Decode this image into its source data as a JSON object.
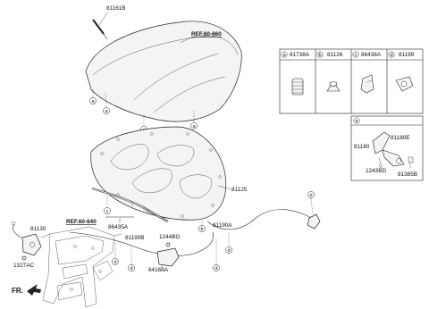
{
  "labels": {
    "p81161B": "81161B",
    "ref_hood": "REF.60-660",
    "p81125": "81125",
    "p86435A": "86435A",
    "p81130": "81130",
    "ref_front": "REF.60-640",
    "p81190B": "81190B",
    "p1244BG": "1244BG",
    "p81190A": "81190A",
    "p64168A": "64168A",
    "p1327AC": "1327AC",
    "fr": "FR."
  },
  "legend": {
    "a": {
      "letter": "a",
      "part": "81738A"
    },
    "b": {
      "letter": "b",
      "part": "81126"
    },
    "c": {
      "letter": "c",
      "part": "86438A"
    },
    "d": {
      "letter": "d",
      "part": "81199"
    },
    "e": {
      "letter": "e",
      "p1": "81180E",
      "p2": "81180",
      "p3": "1243BD",
      "p4": "81385B"
    }
  },
  "callouts": {
    "a": "a",
    "b": "b",
    "c": "c",
    "d": "d",
    "e": "e"
  }
}
